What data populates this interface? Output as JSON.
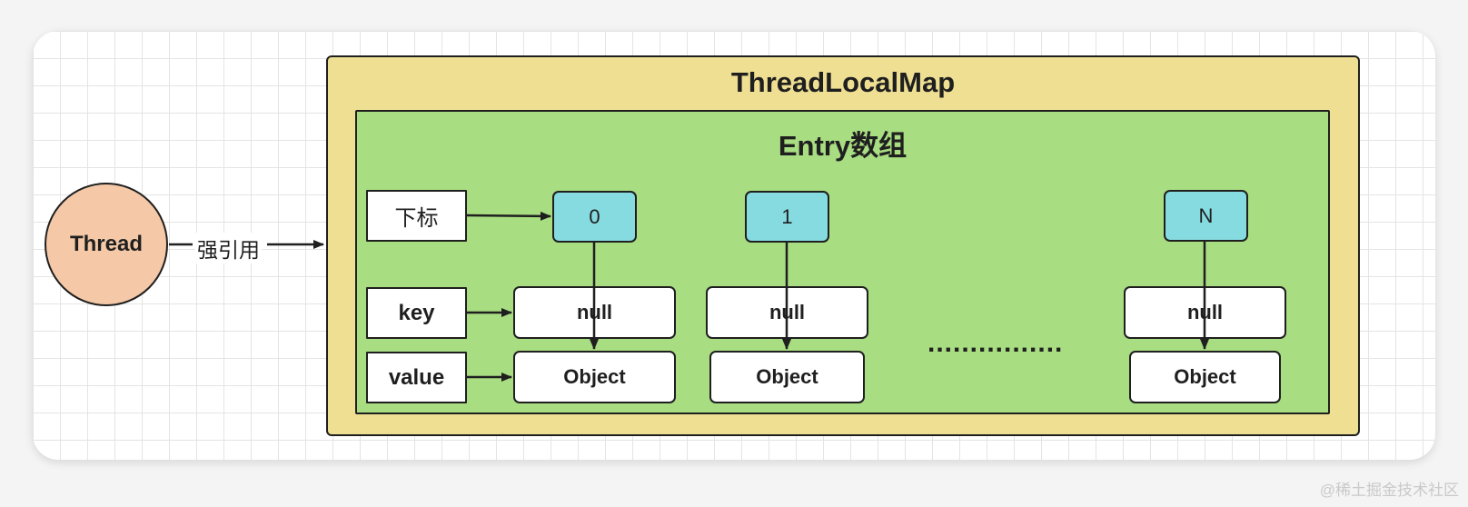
{
  "thread": {
    "label": "Thread"
  },
  "strong_ref_label": "强引用",
  "map": {
    "title": "ThreadLocalMap"
  },
  "entry": {
    "title": "Entry数组"
  },
  "row_labels": {
    "index": "下标",
    "key": "key",
    "value": "value"
  },
  "columns": [
    {
      "index": "0",
      "key": "null",
      "value": "Object"
    },
    {
      "index": "1",
      "key": "null",
      "value": "Object"
    },
    {
      "index": "N",
      "key": "null",
      "value": "Object"
    }
  ],
  "ellipsis": "................",
  "watermark": "@稀土掘金技术社区",
  "colors": {
    "map_fill": "#efdf93",
    "entry_fill": "#a8dd82",
    "thread_fill": "#f5c9a7",
    "index_fill": "#86dbe0",
    "stroke": "#1f1f1f"
  }
}
